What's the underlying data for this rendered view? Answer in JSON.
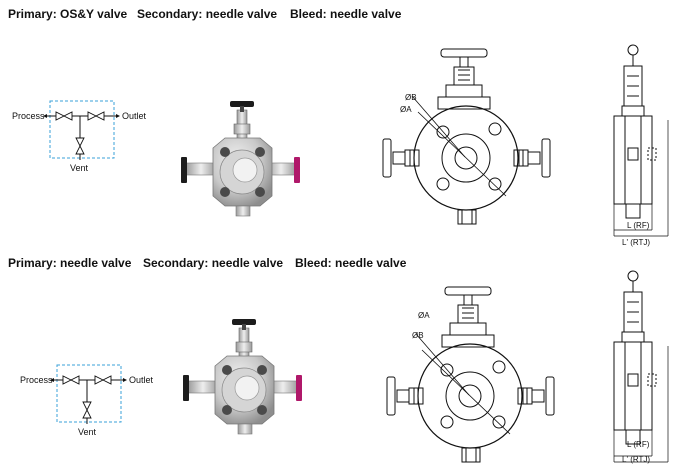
{
  "rows": [
    {
      "primary": "Primary: OS&Y valve",
      "secondary": "Secondary: needle valve",
      "bleed": "Bleed: needle valve",
      "schematic": {
        "process": "Process",
        "outlet": "Outlet",
        "vent": "Vent"
      },
      "dims": {
        "phi_a": "ØA",
        "phi_b": "ØB",
        "l_rf": "L (RF)",
        "l_rtj": "L' (RTJ)"
      }
    },
    {
      "primary": "Primary: needle valve",
      "secondary": "Secondary: needle valve",
      "bleed": "Bleed: needle valve",
      "schematic": {
        "process": "Process",
        "outlet": "Outlet",
        "vent": "Vent"
      },
      "dims": {
        "phi_a": "ØA",
        "phi_b": "ØB",
        "l_rf": "L (RF)",
        "l_rtj": "L' (RTJ)"
      }
    }
  ],
  "colors": {
    "schematic_box": "#3aa0d8",
    "bleed_handle": "#b0186a",
    "body_gray": "#c9c9c9"
  }
}
